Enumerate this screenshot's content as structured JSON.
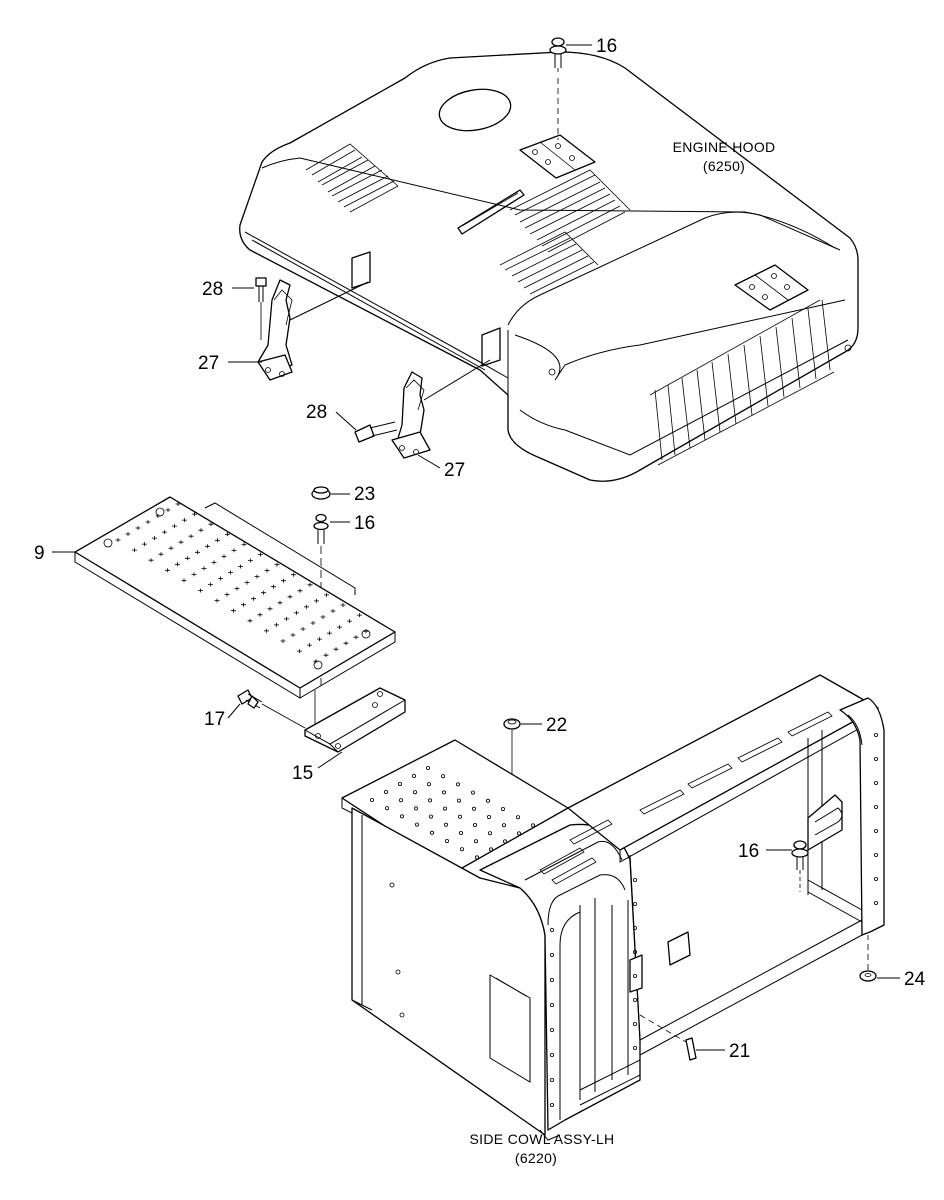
{
  "labels": {
    "engine_hood_name": "ENGINE HOOD",
    "engine_hood_code": "(6250)",
    "side_cowl_name": "SIDE COWL ASSY-LH",
    "side_cowl_code": "(6220)"
  },
  "callouts": {
    "c16_top": "16",
    "c28_top": "28",
    "c27_top": "27",
    "c28_bottom": "28",
    "c27_bottom": "27",
    "c23": "23",
    "c16_mid": "16",
    "c9": "9",
    "c17": "17",
    "c15": "15",
    "c22": "22",
    "c16_right": "16",
    "c24": "24",
    "c21": "21"
  }
}
